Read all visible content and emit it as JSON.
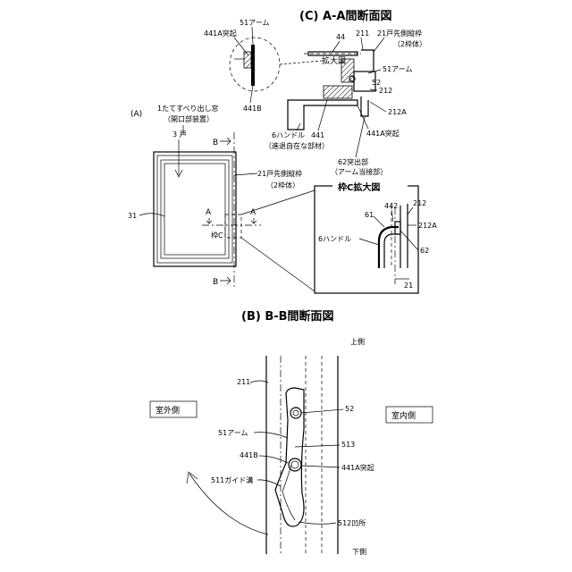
{
  "panel_a": {
    "label": "(A)",
    "window_label_line1": "1たてすべり出し窓",
    "window_label_line2": "（開口部装置）",
    "door_label": "3 戸",
    "frame_label_line1": "21戸先側縦枠",
    "frame_label_line2": "（2枠体）",
    "glass_label": "31",
    "section_b_top": "B",
    "section_b_bottom": "B",
    "section_a_left": "A",
    "section_a_right": "A",
    "frame_c_label": "枠C"
  },
  "panel_b": {
    "title": "(B)  B-B間断面図",
    "upper_side": "上側",
    "lower_side": "下側",
    "outdoor": "室外側",
    "indoor": "室内側",
    "frame_211": "211",
    "pin_52": "52",
    "arm_51": "51アーム",
    "part_513": "513",
    "part_441b": "441B",
    "projection_441a": "441A突起",
    "guide_groove": "511ガイド溝",
    "recess_512": "512凹所"
  },
  "panel_c": {
    "title": "(C)  A-A間断面図",
    "projection_441a": "441A突起",
    "arm_51_top": "51アーム",
    "part_44": "44",
    "part_211": "211",
    "frame_21_line1": "21戸先側縦枠",
    "frame_21_line2": "（2枠体）",
    "enlarge": "拡大図",
    "arm_51_right": "51アーム",
    "part_52": "52",
    "part_212": "212",
    "part_212a": "212A",
    "part_441b": "441B",
    "part_441": "441",
    "handle_line1": "6ハンドル",
    "handle_line2": "（進退自在な部材）",
    "projection_441a_lower": "441A突起",
    "projection_62_line1": "62突出部",
    "projection_62_line2": "（アーム当接部）"
  },
  "detail_c": {
    "title": "枠C拡大図",
    "part_442": "442",
    "part_212": "212",
    "part_61": "61",
    "part_212a": "212A",
    "handle": "6ハンドル",
    "part_62": "62",
    "part_21": "21"
  }
}
